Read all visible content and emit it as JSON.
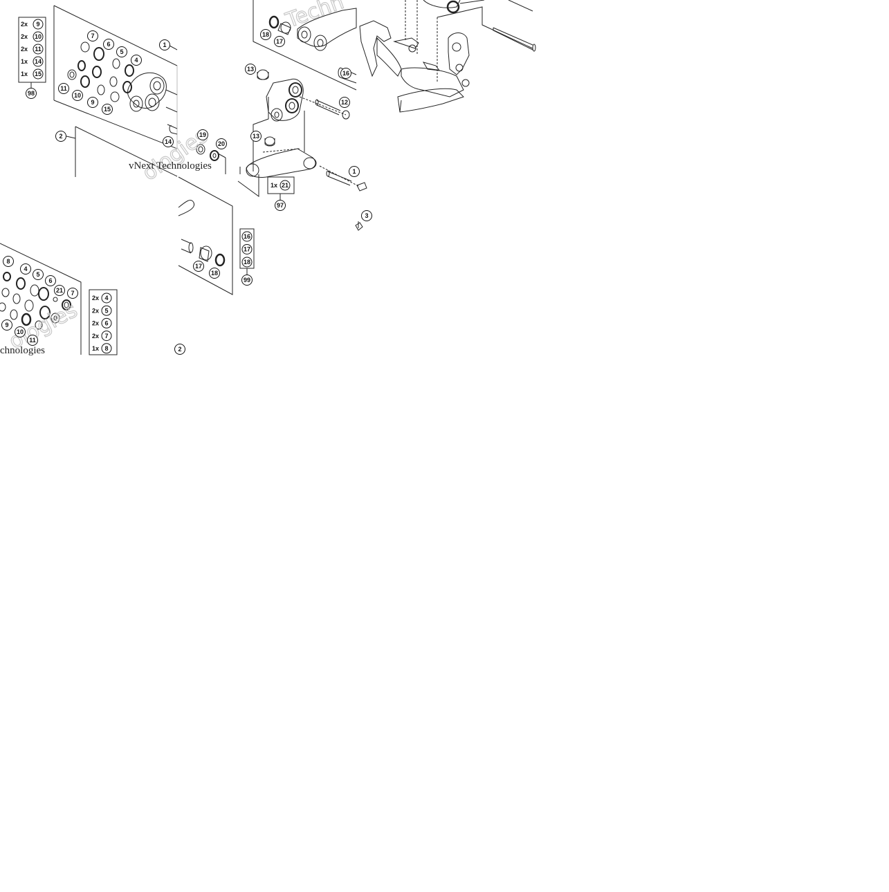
{
  "diagram": {
    "callouts": [
      "1",
      "2",
      "3",
      "4",
      "5",
      "6",
      "7",
      "8",
      "9",
      "10",
      "11",
      "12",
      "13",
      "14",
      "15",
      "16",
      "17",
      "18",
      "19",
      "20",
      "21",
      "97",
      "98",
      "99"
    ],
    "kits": {
      "kit_98": {
        "id": "98",
        "rows": [
          {
            "qty": "2x",
            "part": "9"
          },
          {
            "qty": "2x",
            "part": "10"
          },
          {
            "qty": "2x",
            "part": "11"
          },
          {
            "qty": "1x",
            "part": "14"
          },
          {
            "qty": "1x",
            "part": "15"
          }
        ]
      },
      "kit_97": {
        "id": "97",
        "rows": [
          {
            "qty": "1x",
            "part": "21"
          }
        ]
      },
      "kit_99": {
        "id": "99",
        "rows": [
          {
            "qty": "",
            "part": "16"
          },
          {
            "qty": "",
            "part": "17"
          },
          {
            "qty": "",
            "part": "18"
          }
        ]
      },
      "kit_lower": {
        "rows": [
          {
            "qty": "2x",
            "part": "4"
          },
          {
            "qty": "2x",
            "part": "5"
          },
          {
            "qty": "2x",
            "part": "6"
          },
          {
            "qty": "2x",
            "part": "7"
          },
          {
            "qty": "1x",
            "part": "8"
          }
        ]
      }
    },
    "watermark": {
      "line1": "vNext Technologies",
      "fragment_top": "Techn",
      "fragment_mid": "ologies",
      "fragment_lower": "chnologies",
      "fragment_lower_big": "ologies"
    },
    "colors": {
      "ink": "#111111",
      "watermark": "#c8c8c8",
      "background": "#ffffff"
    }
  }
}
